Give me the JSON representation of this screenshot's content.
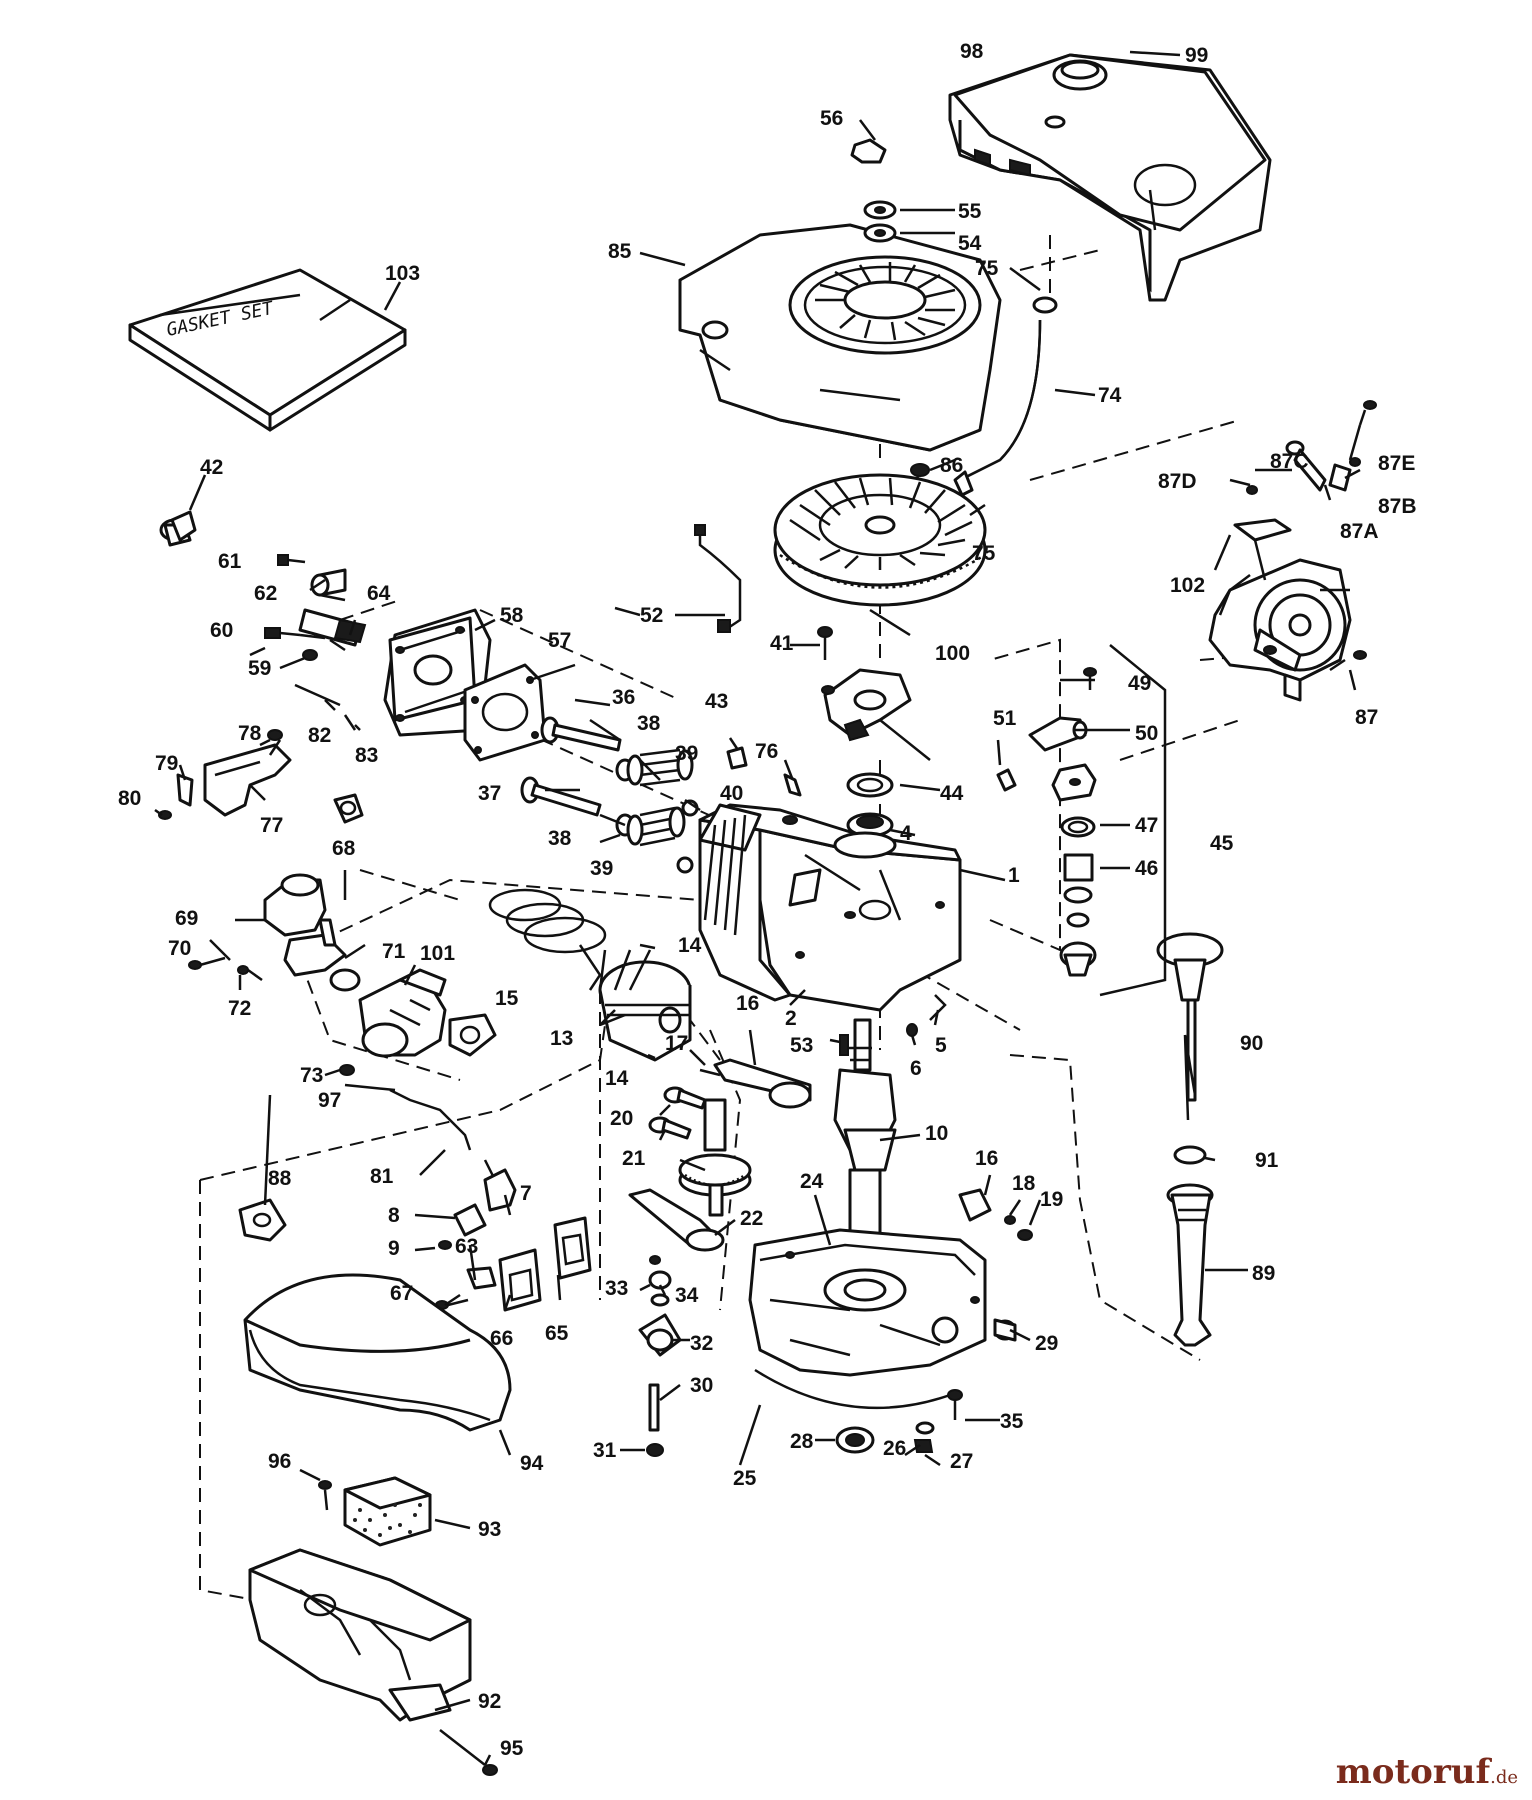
{
  "gasket_label": "GASKET SET",
  "watermark": {
    "brand_main": "motoruf",
    "brand_tld": ".de",
    "color_dark": "#7a2b1c",
    "color_accent": "#c0392b"
  },
  "callouts": [
    "1",
    "2",
    "4",
    "5",
    "6",
    "7",
    "8",
    "9",
    "10",
    "13",
    "14",
    "15",
    "16",
    "17",
    "18",
    "19",
    "20",
    "21",
    "22",
    "24",
    "25",
    "26",
    "27",
    "28",
    "29",
    "30",
    "31",
    "32",
    "33",
    "34",
    "35",
    "36",
    "37",
    "38",
    "39",
    "40",
    "41",
    "42",
    "43",
    "44",
    "45",
    "46",
    "47",
    "49",
    "50",
    "51",
    "52",
    "53",
    "54",
    "55",
    "56",
    "57",
    "58",
    "59",
    "60",
    "61",
    "62",
    "63",
    "64",
    "65",
    "66",
    "67",
    "68",
    "69",
    "70",
    "71",
    "72",
    "73",
    "74",
    "75",
    "76",
    "77",
    "78",
    "79",
    "80",
    "81",
    "82",
    "83",
    "85",
    "86",
    "87",
    "87A",
    "87B",
    "87C",
    "87D",
    "87E",
    "88",
    "89",
    "90",
    "91",
    "92",
    "93",
    "94",
    "95",
    "96",
    "97",
    "98",
    "99",
    "100",
    "101",
    "102",
    "103"
  ]
}
